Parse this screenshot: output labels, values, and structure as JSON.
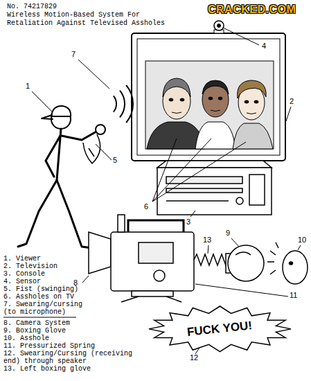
{
  "diagram": {
    "title": "Wireless Motion-Based System For Retaliation Against Televised Assholes",
    "nodes": [
      {
        "text": [
          "FUCK YOU!"
        ]
      }
    ],
    "labels": [
      "No. 74217829",
      "CRACKED.COM",
      "4",
      "7",
      "1",
      "2",
      "5",
      "6",
      "3",
      "13",
      "9",
      "10",
      "8",
      "11",
      "12",
      "1. Viewer",
      "2. Television",
      "3. Console",
      "4. Sensor",
      "5. Fist (swinging)",
      "6. Assholes on TV",
      "7. Swearing/cursing (to microphone)",
      "8. Camera System",
      "9. Boxing Glove",
      "10. Asshole",
      "11. Pressurized Spring",
      "12. Swearing/Cursing (receiving end) through speaker",
      "13. Left boxing glove"
    ]
  }
}
